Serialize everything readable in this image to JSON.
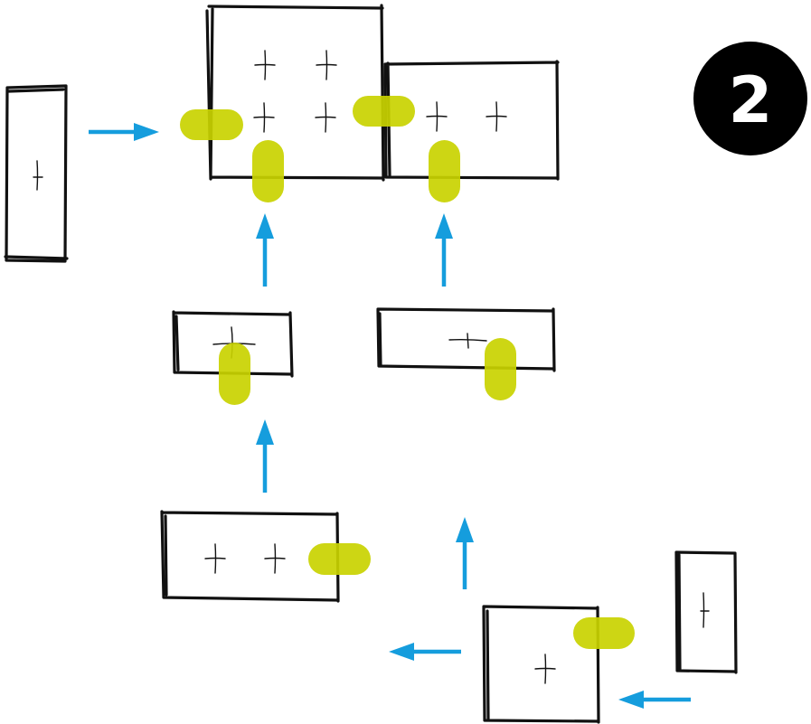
{
  "badge": {
    "label": "2"
  },
  "colors": {
    "ink": "#111111",
    "arrow": "#159ddd",
    "connector": "#c9d200",
    "badge_fill": "#000000",
    "badge_text": "#ffffff"
  },
  "diagram": {
    "panels": [
      {
        "name": "panel-left-tall",
        "cross_marks": 1
      },
      {
        "name": "panel-top-large",
        "cross_marks": 4
      },
      {
        "name": "panel-top-right",
        "cross_marks": 2
      },
      {
        "name": "panel-middle-left",
        "cross_marks": 1
      },
      {
        "name": "panel-middle-right",
        "cross_marks": 1
      },
      {
        "name": "panel-bottom-left",
        "cross_marks": 2
      },
      {
        "name": "panel-bottom-center",
        "cross_marks": 1
      },
      {
        "name": "panel-bottom-right-tall",
        "cross_marks": 1
      }
    ],
    "arrows": [
      {
        "name": "arrow-right-into-top-large",
        "direction": "right"
      },
      {
        "name": "arrow-up-into-top-large",
        "direction": "up"
      },
      {
        "name": "arrow-up-into-top-right",
        "direction": "up"
      },
      {
        "name": "arrow-up-into-middle-left",
        "direction": "up"
      },
      {
        "name": "arrow-up-from-bottom-center",
        "direction": "up"
      },
      {
        "name": "arrow-left-from-bottom-center",
        "direction": "left"
      },
      {
        "name": "arrow-left-into-bottom-center",
        "direction": "left"
      }
    ],
    "connectors": [
      {
        "name": "connector-top-large-left",
        "orientation": "horizontal"
      },
      {
        "name": "connector-top-large-bottom",
        "orientation": "vertical"
      },
      {
        "name": "connector-between-top-panels",
        "orientation": "horizontal"
      },
      {
        "name": "connector-top-right-bottom",
        "orientation": "vertical"
      },
      {
        "name": "connector-middle-left-bottom",
        "orientation": "vertical"
      },
      {
        "name": "connector-middle-right-bottom",
        "orientation": "vertical"
      },
      {
        "name": "connector-bottom-left-right",
        "orientation": "horizontal"
      },
      {
        "name": "connector-bottom-center-right",
        "orientation": "horizontal"
      }
    ]
  }
}
